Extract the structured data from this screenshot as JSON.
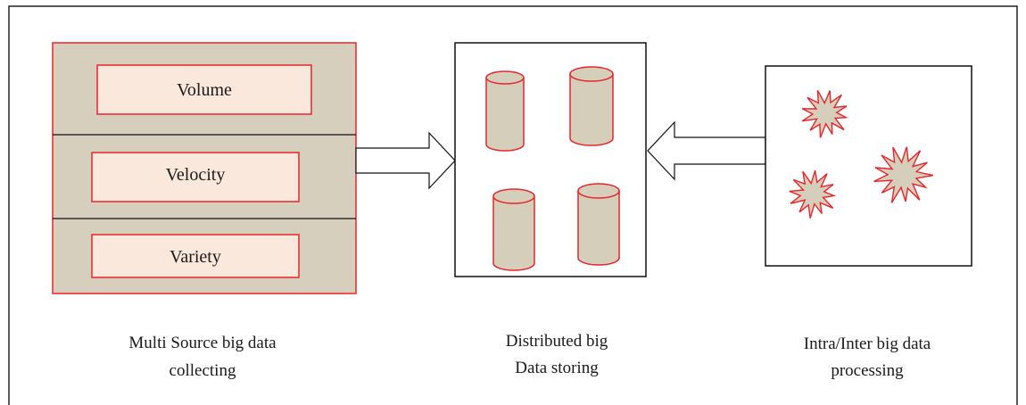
{
  "sources": {
    "items": [
      {
        "label": "Volume"
      },
      {
        "label": "Velocity"
      },
      {
        "label": "Variety"
      }
    ]
  },
  "captions": {
    "collecting": {
      "line1": "Multi Source big data",
      "line2": "collecting"
    },
    "storing": {
      "line1": "Distributed big",
      "line2": "Data storing"
    },
    "processing": {
      "line1": "Intra/Inter big data",
      "line2": "processing"
    }
  },
  "colors": {
    "outline_red": "#e8252a",
    "panel_fill": "#d6cfbe",
    "label_box_fill": "#fbe8dc",
    "cylinder_fill": "#d5ceba",
    "star_fill": "#d5ceba",
    "border": "#222222"
  },
  "icons": {
    "storage": "database-cylinder-icon",
    "processing": "starburst-icon",
    "flow": "block-arrow-icon"
  }
}
